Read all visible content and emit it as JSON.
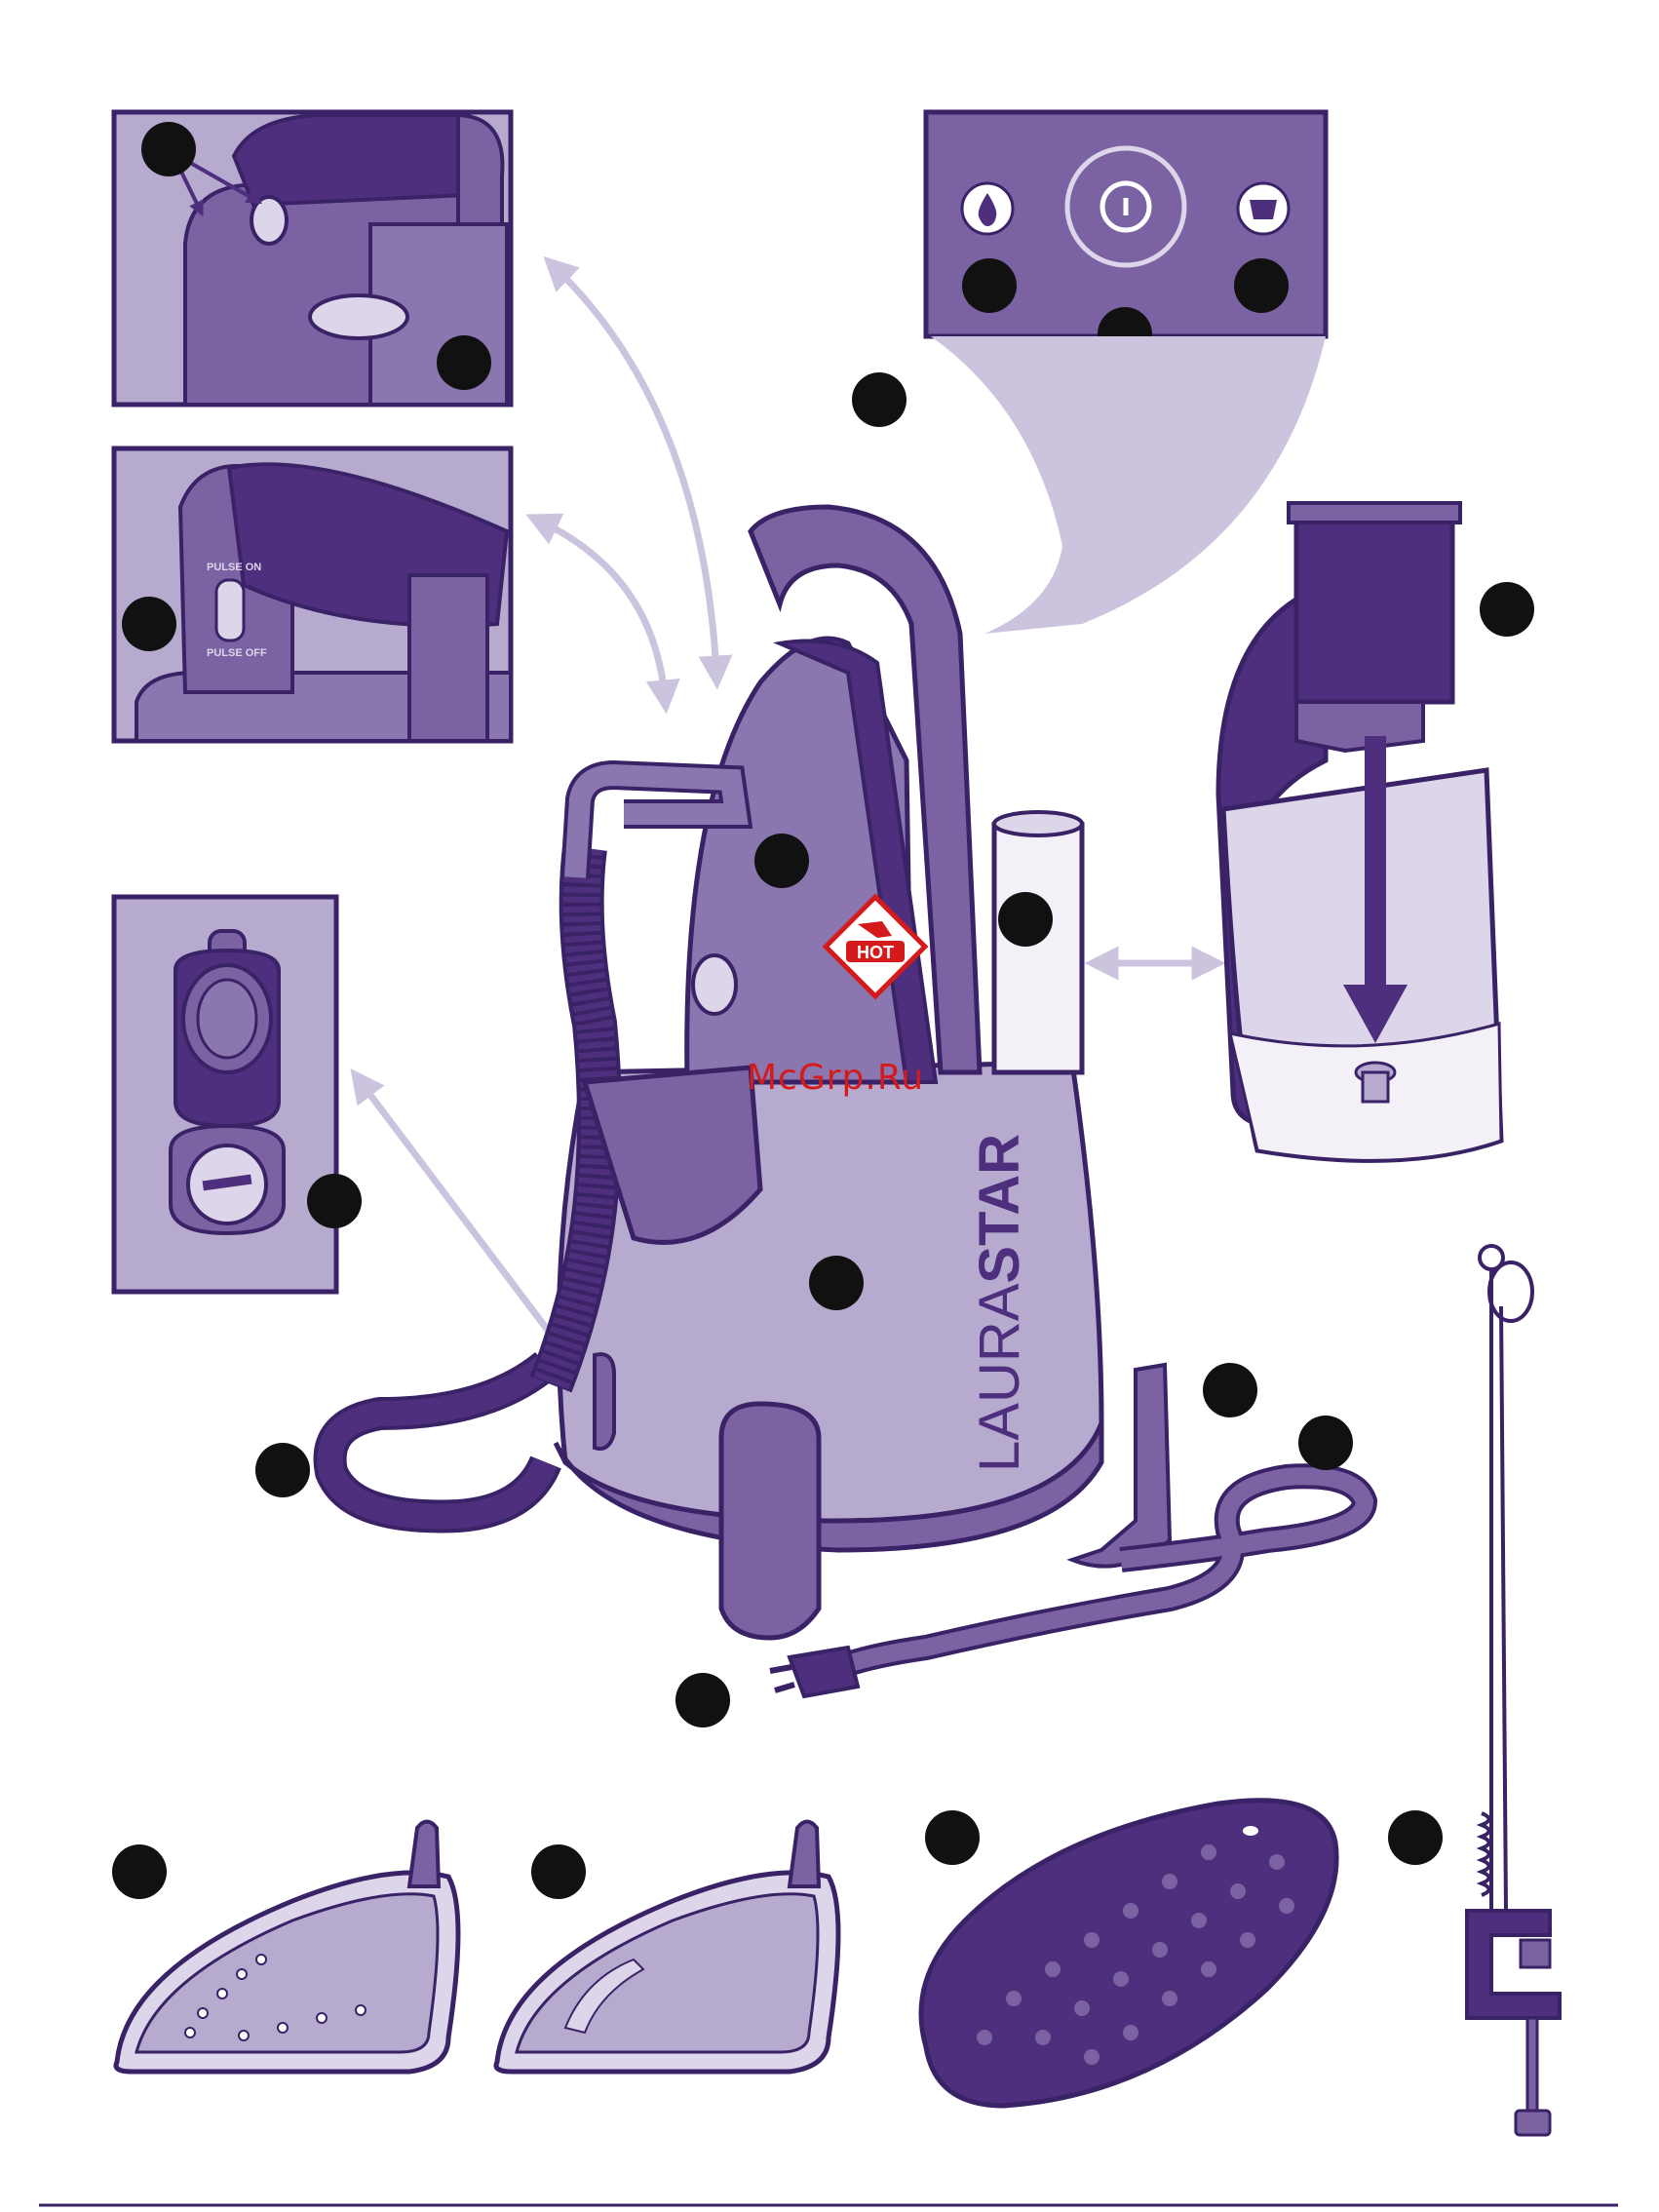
{
  "brand": {
    "part1": "LAURA",
    "part2": "STAR"
  },
  "hot_badge": "HOT",
  "pulse_switch": {
    "on": "PULSE ON",
    "off": "PULSE OFF"
  },
  "watermark": "McGrp.Ru",
  "colors": {
    "dark": "#4e2f7d",
    "mid": "#7b63a3",
    "light": "#b6aacf",
    "pale": "#ddd6ea",
    "outline": "#3a2266",
    "arrow": "#ccc4de",
    "hot_red": "#d41a1a"
  },
  "callouts": [
    {
      "id": "callout-1"
    },
    {
      "id": "callout-2"
    },
    {
      "id": "callout-3"
    },
    {
      "id": "callout-4"
    },
    {
      "id": "callout-5"
    },
    {
      "id": "callout-6"
    },
    {
      "id": "callout-7"
    },
    {
      "id": "callout-8"
    },
    {
      "id": "callout-9"
    },
    {
      "id": "callout-10"
    },
    {
      "id": "callout-11"
    },
    {
      "id": "callout-12"
    },
    {
      "id": "callout-13"
    },
    {
      "id": "callout-14"
    },
    {
      "id": "callout-15"
    },
    {
      "id": "callout-16"
    },
    {
      "id": "callout-17"
    },
    {
      "id": "callout-18"
    },
    {
      "id": "callout-19"
    },
    {
      "id": "callout-20"
    }
  ]
}
